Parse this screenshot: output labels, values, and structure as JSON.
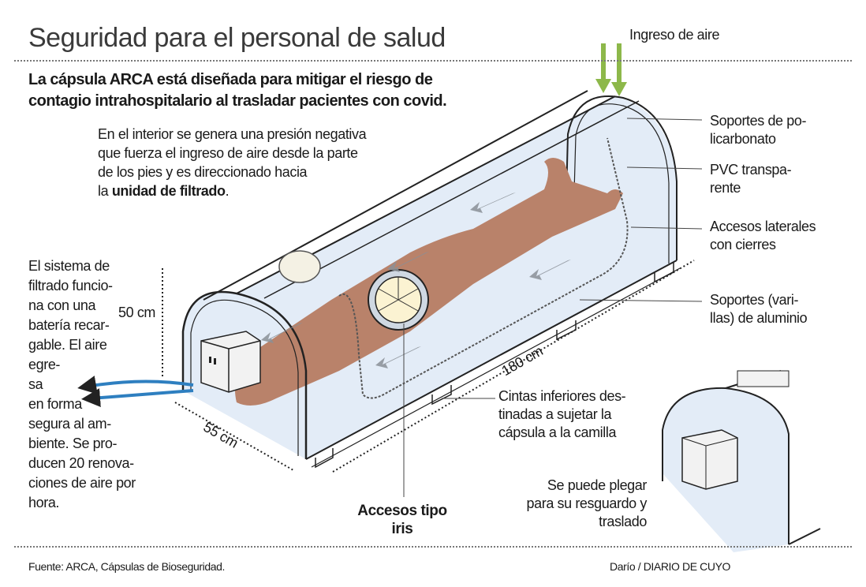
{
  "title": "Seguridad para el personal de salud",
  "lead": [
    "La cápsula ARCA está diseñada para mitigar el riesgo de",
    "contagio intrahospitalario al trasladar pacientes con covid."
  ],
  "intro": {
    "lines": [
      "En el interior se genera una presión negativa",
      "que fuerza el ingreso de aire desde la parte",
      "de los pies y es direccionado hacia"
    ],
    "last_prefix": "la ",
    "last_bold": "unidad de filtrado",
    "last_suffix": "."
  },
  "filtration_text": [
    "El sistema de",
    "filtrado funcio-",
    "na con una",
    "batería recar-",
    "gable. El aire",
    "egre-",
    "sa",
    "en forma",
    "segura al am-",
    "biente. Se pro-",
    "ducen 20 renova-",
    "ciones de aire por",
    "hora."
  ],
  "labels": {
    "air_intake": "Ingreso de aire",
    "polycarbonate": [
      "Soportes de po-",
      "licarbonato"
    ],
    "pvc": [
      "PVC transpa-",
      "rente"
    ],
    "side_access": [
      "Accesos laterales",
      "con cierres"
    ],
    "aluminum": [
      "Soportes (vari-",
      "llas) de aluminio"
    ],
    "straps": [
      "Cintas inferiores des-",
      "tinadas a sujetar la",
      "cápsula a la camilla"
    ],
    "iris": [
      "Accesos tipo",
      "iris"
    ],
    "foldable": [
      "Se puede plegar",
      "para su resguardo y",
      "traslado"
    ]
  },
  "dimensions": {
    "height": "50 cm",
    "width": "55 cm",
    "length": "180 cm"
  },
  "footer": {
    "source": "Fuente:  ARCA, Cápsulas de Bioseguridad.",
    "credit": "Darío / DIARIO DE CUYO"
  },
  "colors": {
    "body": "#b9826a",
    "pvc": "#e3ecf7",
    "air_in": "#8db84a",
    "air_out": "#2e7fc0",
    "flow": "#8a9097"
  }
}
